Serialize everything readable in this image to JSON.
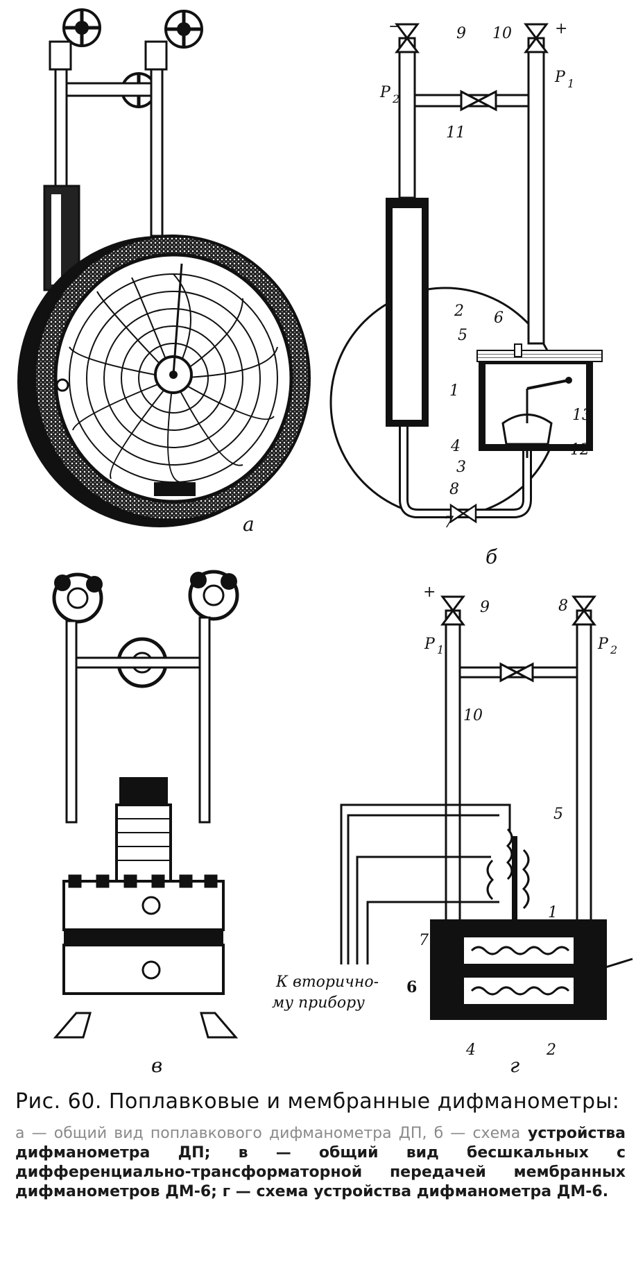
{
  "figure": {
    "panels": {
      "a": "а",
      "b": "б",
      "c": "в",
      "d": "г"
    },
    "labels_b": {
      "minus": "−",
      "plus": "+",
      "p2": "P",
      "p2_sub": "2",
      "p1": "P",
      "p1_sub": "1",
      "n9": "9",
      "n10": "10",
      "n11": "11",
      "n2": "2",
      "n6": "6",
      "n5": "5",
      "n1": "1",
      "n13": "13",
      "n4": "4",
      "n12": "12",
      "n3": "3",
      "n8": "8",
      "n7": "7"
    },
    "labels_d": {
      "plus": "+",
      "n9": "9",
      "n8": "8",
      "p1": "P",
      "p1_sub": "1",
      "p2": "P",
      "p2_sub": "2",
      "n10": "10",
      "n5": "5",
      "n1": "1",
      "n7": "7",
      "n6": "6",
      "n4": "4",
      "n2": "2",
      "secondary_line1": "К вторично-",
      "secondary_line2": "му прибору"
    }
  },
  "caption": {
    "title": "Рис. 60. Поплавковые и мембранные дифманометры:",
    "body_faded": "а — общий вид поплавкового дифманометра ДП, б — схема",
    "body": "устройства дифманометра ДП; в — общий вид бесшкальных с дифференциально-трансформаторной передачей мембранных дифманометров ДМ-6; г — схема устройства дифманометра ДМ-6."
  }
}
